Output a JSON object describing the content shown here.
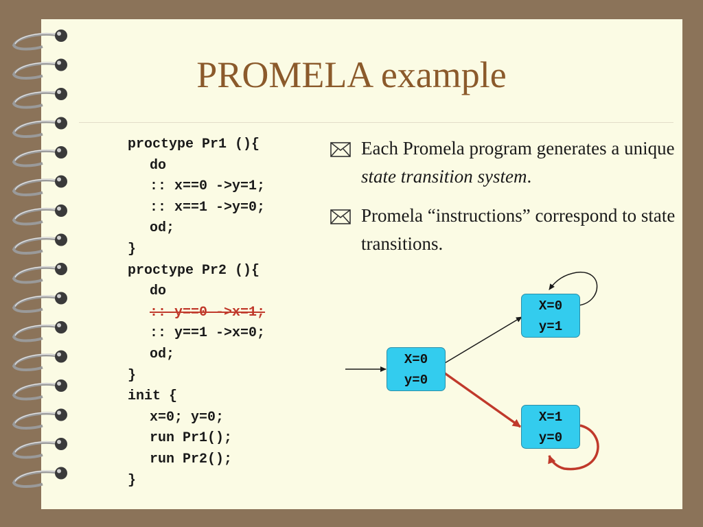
{
  "slide": {
    "title": "PROMELA example",
    "code_lines": [
      "proctype Pr1 (){",
      "do",
      ":: x==0 ->y=1;",
      ":: x==1 ->y=0;",
      "od;",
      "}",
      "proctype Pr2 (){",
      "do",
      ":: y==0 ->x=1;",
      ":: y==1 ->x=0;",
      "od;",
      "}",
      "init {",
      "x=0; y=0;",
      "run Pr1();",
      "run Pr2();",
      "}"
    ],
    "bullets": [
      {
        "text_before": "Each Promela program generates a unique ",
        "emphasis": "state transition system",
        "text_after": "."
      },
      {
        "text_before": "Promela “instructions” correspond to state transitions.",
        "emphasis": "",
        "text_after": ""
      }
    ],
    "states": [
      {
        "line1": "X=0",
        "line2": "y=0"
      },
      {
        "line1": "X=0",
        "line2": "y=1"
      },
      {
        "line1": "X=1",
        "line2": "y=0"
      }
    ],
    "colors": {
      "background": "#8b7359",
      "page": "#fbfbe4",
      "title": "#8b5a2b",
      "node": "#33ccee",
      "highlight": "#c0392b"
    },
    "icons": {
      "bullet": "envelope-icon",
      "binding": "spiral-ring-icon"
    }
  }
}
